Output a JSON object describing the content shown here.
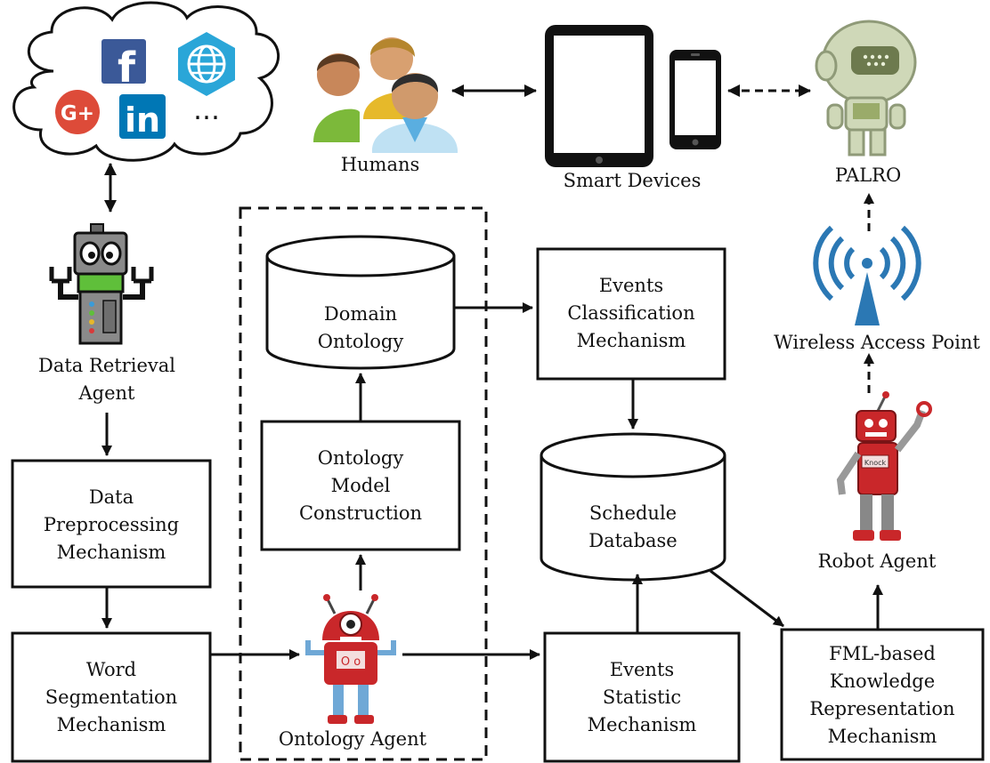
{
  "colors": {
    "line": "#111111",
    "facebook": "#3b5998",
    "google_plus": "#dd4b39",
    "linkedin": "#0077b5",
    "globe": "#2aa6d8",
    "wifi": "#2b78b4",
    "robot_red": "#c9272a",
    "retrieval_robot": "#8a8a8a",
    "palro": "#cfd8b8"
  },
  "cloud": {
    "icons": [
      "facebook-icon",
      "globe-icon",
      "google-plus-icon",
      "linkedin-icon",
      "ellipsis-icon"
    ],
    "ellipsis": "…",
    "facebook_letter": "f",
    "google_letter": "G+",
    "linkedin_letters": "in"
  },
  "labels": {
    "humans": "Humans",
    "smart_devices": "Smart Devices",
    "palro": "PALRO",
    "data_retrieval_agent": [
      "Data Retrieval",
      "Agent"
    ],
    "wireless_access_point": "Wireless Access Point",
    "robot_agent": "Robot Agent",
    "ontology_agent": "Ontology Agent"
  },
  "nodes": {
    "domain_ontology": [
      "Domain",
      "Ontology"
    ],
    "ontology_model_construction": [
      "Ontology",
      "Model",
      "Construction"
    ],
    "events_classification": [
      "Events",
      "Classification",
      "Mechanism"
    ],
    "schedule_database": [
      "Schedule",
      "Database"
    ],
    "data_preprocessing": [
      "Data",
      "Preprocessing",
      "Mechanism"
    ],
    "word_segmentation": [
      "Word",
      "Segmentation",
      "Mechanism"
    ],
    "events_statistic": [
      "Events",
      "Statistic",
      "Mechanism"
    ],
    "fml_knowledge": [
      "FML-based",
      "Knowledge",
      "Representation",
      "Mechanism"
    ]
  },
  "robot_text": {
    "ontology_agent_body": "O o",
    "robot_agent_badge": "Knock"
  }
}
